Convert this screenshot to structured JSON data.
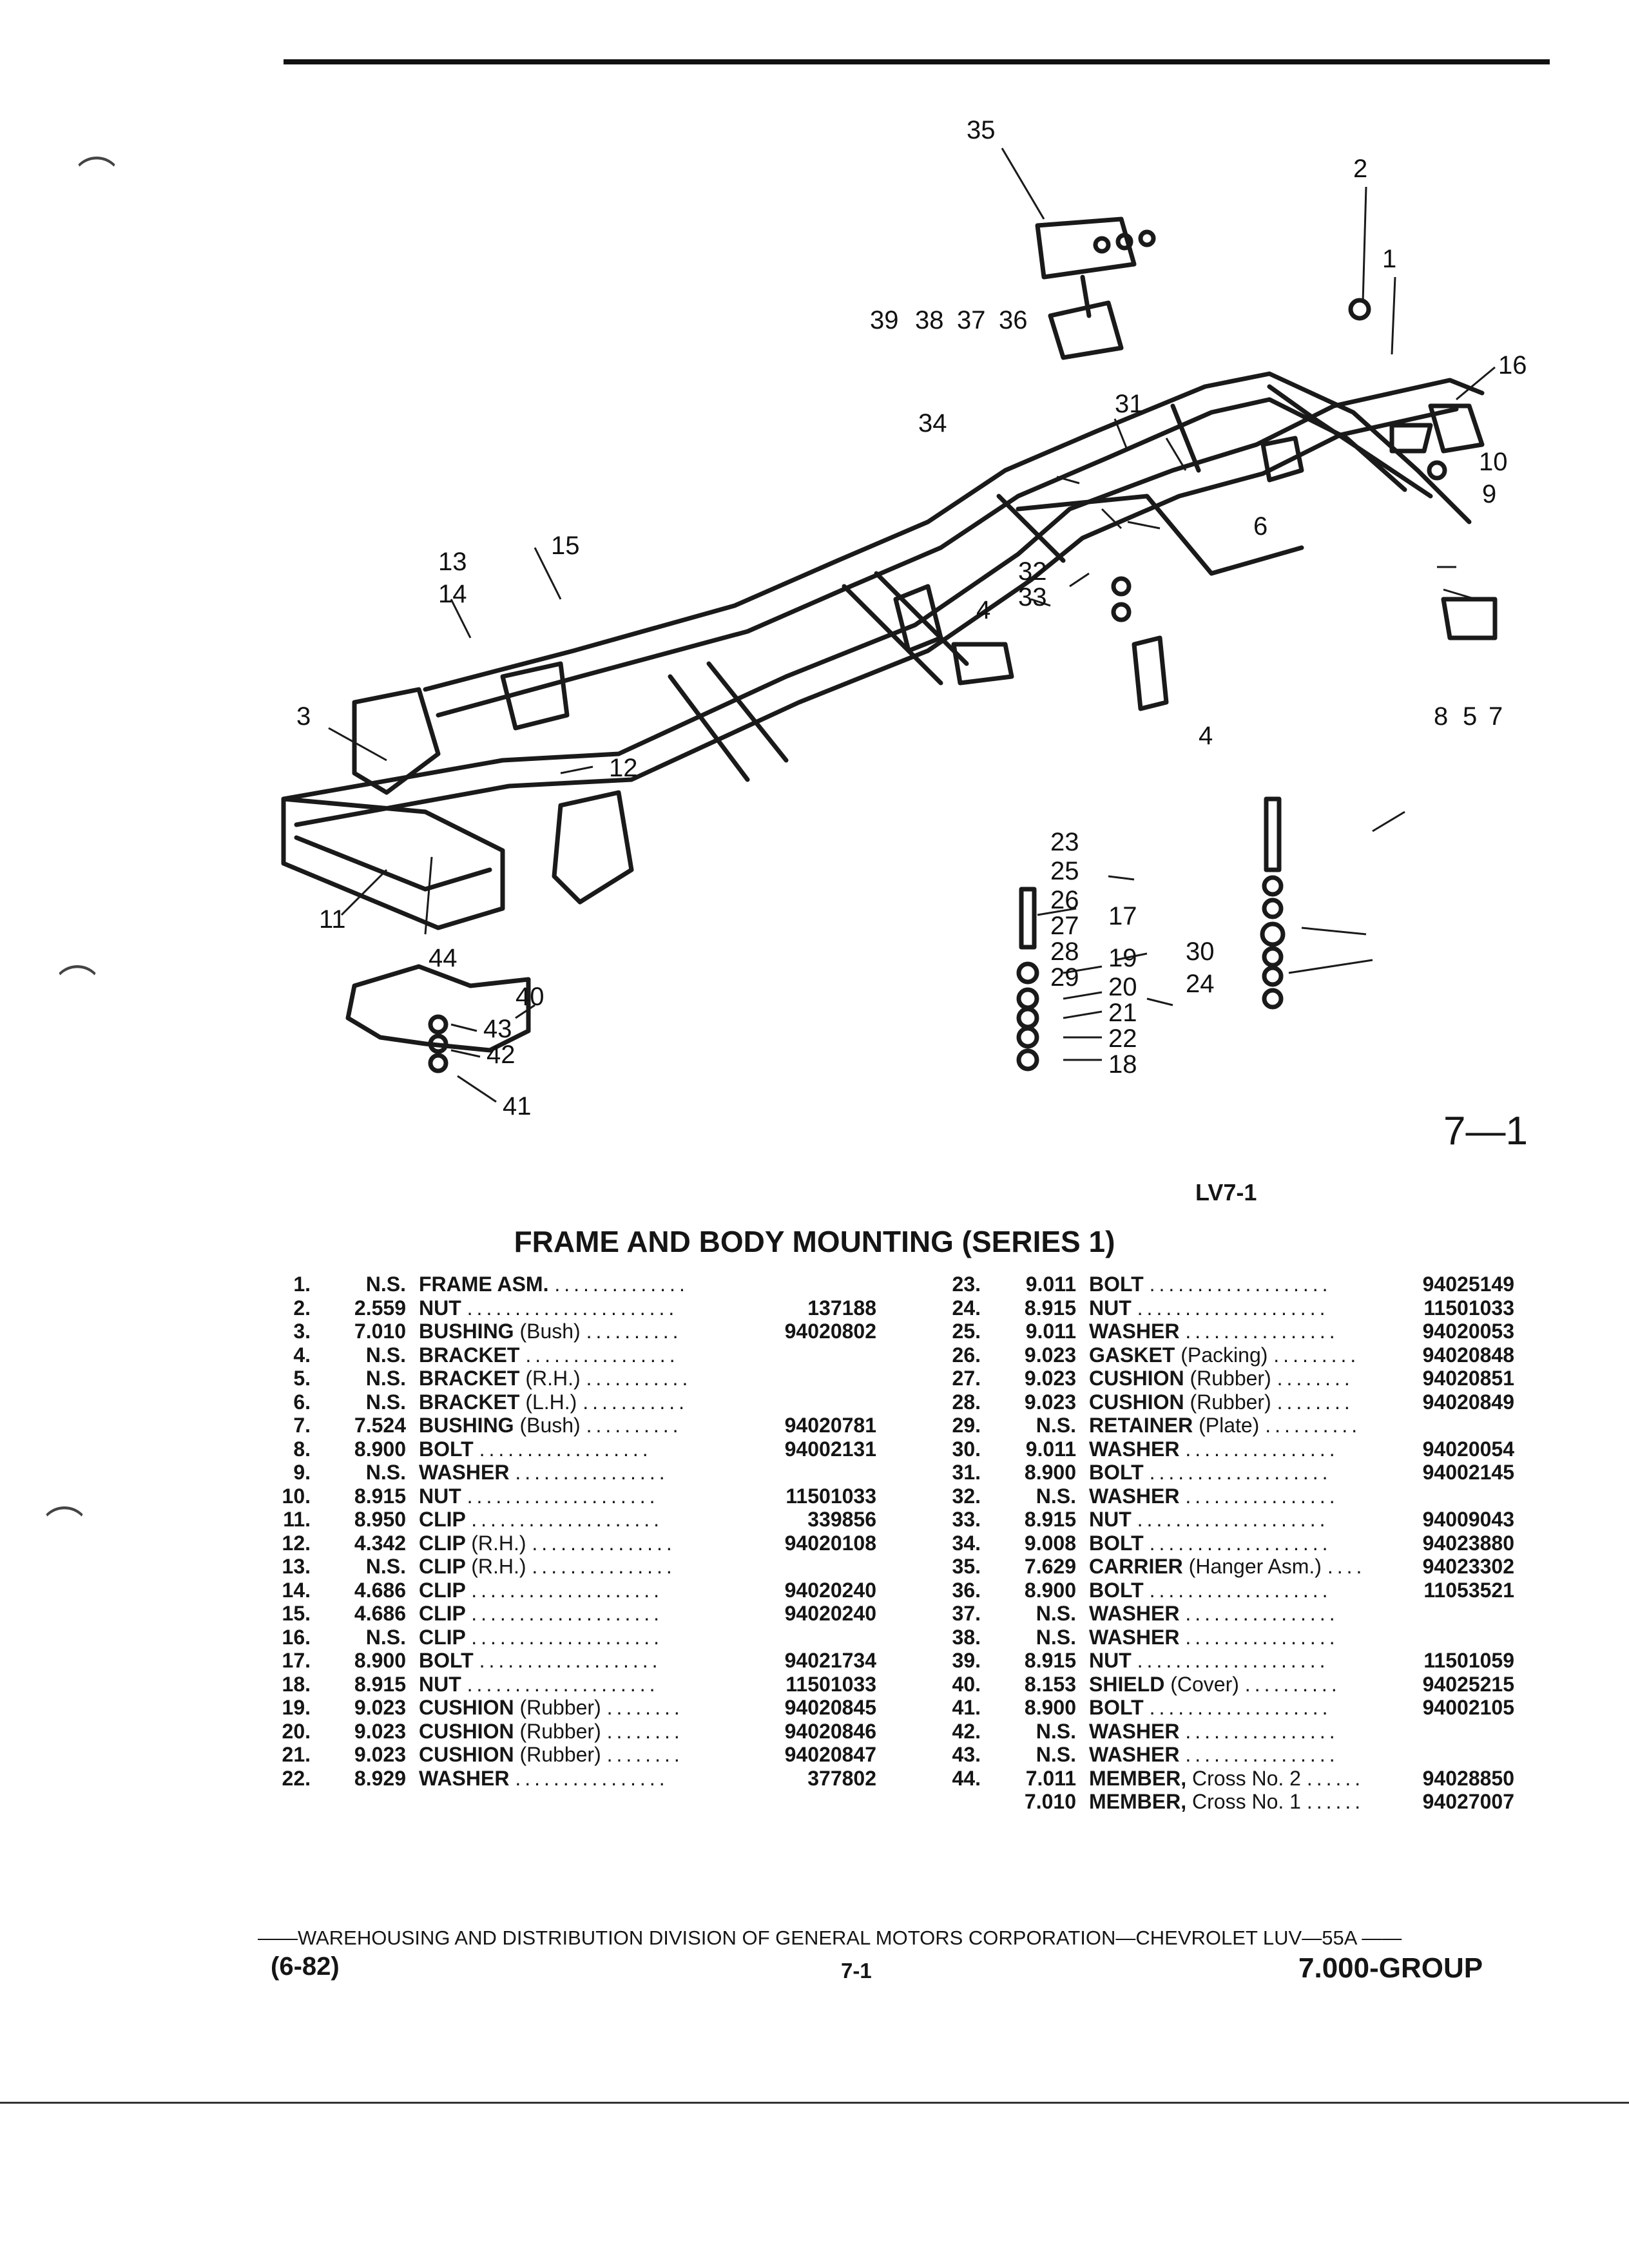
{
  "figure": {
    "page_number": "7—1",
    "code": "LV7-1"
  },
  "callouts": [
    "35",
    "2",
    "1",
    "39",
    "38",
    "37",
    "36",
    "16",
    "31",
    "34",
    "10",
    "9",
    "6",
    "15",
    "32",
    "33",
    "4",
    "13",
    "14",
    "3",
    "12",
    "8",
    "5",
    "7",
    "4",
    "11",
    "44",
    "23",
    "25",
    "26",
    "27",
    "28",
    "29",
    "30",
    "24",
    "17",
    "19",
    "20",
    "21",
    "22",
    "18",
    "40",
    "43",
    "42",
    "41"
  ],
  "title": "FRAME AND BODY MOUNTING (SERIES 1)",
  "parts_left": [
    {
      "index": "1.",
      "cat": "N.S.",
      "name": "FRAME ASM.",
      "qualifier": "",
      "dots": "..............",
      "part": ""
    },
    {
      "index": "2.",
      "cat": "2.559",
      "name": "NUT",
      "qualifier": "",
      "dots": "......................",
      "part": "137188"
    },
    {
      "index": "3.",
      "cat": "7.010",
      "name": "BUSHING",
      "qualifier": "(Bush)",
      "dots": "..........",
      "part": "94020802"
    },
    {
      "index": "4.",
      "cat": "N.S.",
      "name": "BRACKET",
      "qualifier": "",
      "dots": "................",
      "part": ""
    },
    {
      "index": "5.",
      "cat": "N.S.",
      "name": "BRACKET",
      "qualifier": "(R.H.)",
      "dots": "...........",
      "part": ""
    },
    {
      "index": "6.",
      "cat": "N.S.",
      "name": "BRACKET",
      "qualifier": "(L.H.)",
      "dots": "...........",
      "part": ""
    },
    {
      "index": "7.",
      "cat": "7.524",
      "name": "BUSHING",
      "qualifier": "(Bush)",
      "dots": "..........",
      "part": "94020781"
    },
    {
      "index": "8.",
      "cat": "8.900",
      "name": "BOLT",
      "qualifier": "",
      "dots": "..................",
      "part": "94002131"
    },
    {
      "index": "9.",
      "cat": "N.S.",
      "name": "WASHER",
      "qualifier": "",
      "dots": "................",
      "part": ""
    },
    {
      "index": "10.",
      "cat": "8.915",
      "name": "NUT",
      "qualifier": "",
      "dots": "....................",
      "part": "11501033"
    },
    {
      "index": "11.",
      "cat": "8.950",
      "name": "CLIP",
      "qualifier": "",
      "dots": "....................",
      "part": "339856"
    },
    {
      "index": "12.",
      "cat": "4.342",
      "name": "CLIP",
      "qualifier": "(R.H.)",
      "dots": "...............",
      "part": "94020108"
    },
    {
      "index": "13.",
      "cat": "N.S.",
      "name": "CLIP",
      "qualifier": "(R.H.)",
      "dots": "...............",
      "part": ""
    },
    {
      "index": "14.",
      "cat": "4.686",
      "name": "CLIP",
      "qualifier": "",
      "dots": "....................",
      "part": "94020240"
    },
    {
      "index": "15.",
      "cat": "4.686",
      "name": "CLIP",
      "qualifier": "",
      "dots": "....................",
      "part": "94020240"
    },
    {
      "index": "16.",
      "cat": "N.S.",
      "name": "CLIP",
      "qualifier": "",
      "dots": "....................",
      "part": ""
    },
    {
      "index": "17.",
      "cat": "8.900",
      "name": "BOLT",
      "qualifier": "",
      "dots": "...................",
      "part": "94021734"
    },
    {
      "index": "18.",
      "cat": "8.915",
      "name": "NUT",
      "qualifier": "",
      "dots": "....................",
      "part": "11501033"
    },
    {
      "index": "19.",
      "cat": "9.023",
      "name": "CUSHION",
      "qualifier": "(Rubber)",
      "dots": "........",
      "part": "94020845"
    },
    {
      "index": "20.",
      "cat": "9.023",
      "name": "CUSHION",
      "qualifier": "(Rubber)",
      "dots": "........",
      "part": "94020846"
    },
    {
      "index": "21.",
      "cat": "9.023",
      "name": "CUSHION",
      "qualifier": "(Rubber)",
      "dots": "........",
      "part": "94020847"
    },
    {
      "index": "22.",
      "cat": "8.929",
      "name": "WASHER",
      "qualifier": "",
      "dots": "................",
      "part": "377802"
    }
  ],
  "parts_right": [
    {
      "index": "23.",
      "cat": "9.011",
      "name": "BOLT",
      "qualifier": "",
      "dots": "...................",
      "part": "94025149"
    },
    {
      "index": "24.",
      "cat": "8.915",
      "name": "NUT",
      "qualifier": "",
      "dots": "....................",
      "part": "11501033"
    },
    {
      "index": "25.",
      "cat": "9.011",
      "name": "WASHER",
      "qualifier": "",
      "dots": "................",
      "part": "94020053"
    },
    {
      "index": "26.",
      "cat": "9.023",
      "name": "GASKET",
      "qualifier": "(Packing)",
      "dots": ".........",
      "part": "94020848"
    },
    {
      "index": "27.",
      "cat": "9.023",
      "name": "CUSHION",
      "qualifier": "(Rubber)",
      "dots": "........",
      "part": "94020851"
    },
    {
      "index": "28.",
      "cat": "9.023",
      "name": "CUSHION",
      "qualifier": "(Rubber)",
      "dots": "........",
      "part": "94020849"
    },
    {
      "index": "29.",
      "cat": "N.S.",
      "name": "RETAINER",
      "qualifier": "(Plate)",
      "dots": "..........",
      "part": ""
    },
    {
      "index": "30.",
      "cat": "9.011",
      "name": "WASHER",
      "qualifier": "",
      "dots": "................",
      "part": "94020054"
    },
    {
      "index": "31.",
      "cat": "8.900",
      "name": "BOLT",
      "qualifier": "",
      "dots": "...................",
      "part": "94002145"
    },
    {
      "index": "32.",
      "cat": "N.S.",
      "name": "WASHER",
      "qualifier": "",
      "dots": "................",
      "part": ""
    },
    {
      "index": "33.",
      "cat": "8.915",
      "name": "NUT",
      "qualifier": "",
      "dots": "....................",
      "part": "94009043"
    },
    {
      "index": "34.",
      "cat": "9.008",
      "name": "BOLT",
      "qualifier": "",
      "dots": "...................",
      "part": "94023880"
    },
    {
      "index": "35.",
      "cat": "7.629",
      "name": "CARRIER",
      "qualifier": "(Hanger Asm.)",
      "dots": "....",
      "part": "94023302"
    },
    {
      "index": "36.",
      "cat": "8.900",
      "name": "BOLT",
      "qualifier": "",
      "dots": "...................",
      "part": "11053521"
    },
    {
      "index": "37.",
      "cat": "N.S.",
      "name": "WASHER",
      "qualifier": "",
      "dots": "................",
      "part": ""
    },
    {
      "index": "38.",
      "cat": "N.S.",
      "name": "WASHER",
      "qualifier": "",
      "dots": "................",
      "part": ""
    },
    {
      "index": "39.",
      "cat": "8.915",
      "name": "NUT",
      "qualifier": "",
      "dots": "....................",
      "part": "11501059"
    },
    {
      "index": "40.",
      "cat": "8.153",
      "name": "SHIELD",
      "qualifier": "(Cover)",
      "dots": "..........",
      "part": "94025215"
    },
    {
      "index": "41.",
      "cat": "8.900",
      "name": "BOLT",
      "qualifier": "",
      "dots": "...................",
      "part": "94002105"
    },
    {
      "index": "42.",
      "cat": "N.S.",
      "name": "WASHER",
      "qualifier": "",
      "dots": "................",
      "part": ""
    },
    {
      "index": "43.",
      "cat": "N.S.",
      "name": "WASHER",
      "qualifier": "",
      "dots": "................",
      "part": ""
    },
    {
      "index": "44.",
      "cat": "7.011",
      "name": "MEMBER,",
      "qualifier": "Cross No. 2",
      "dots": "......",
      "part": "94028850"
    },
    {
      "index": "",
      "cat": "7.010",
      "name": "MEMBER,",
      "qualifier": "Cross No. 1",
      "dots": "......",
      "part": "94027007"
    }
  ],
  "footer": {
    "line": "——WAREHOUSING AND DISTRIBUTION  DIVISION OF GENERAL MOTORS CORPORATION—CHEVROLET LUV—55A  ——",
    "date": "(6-82)",
    "page": "7-1",
    "group": "7.000-GROUP"
  }
}
